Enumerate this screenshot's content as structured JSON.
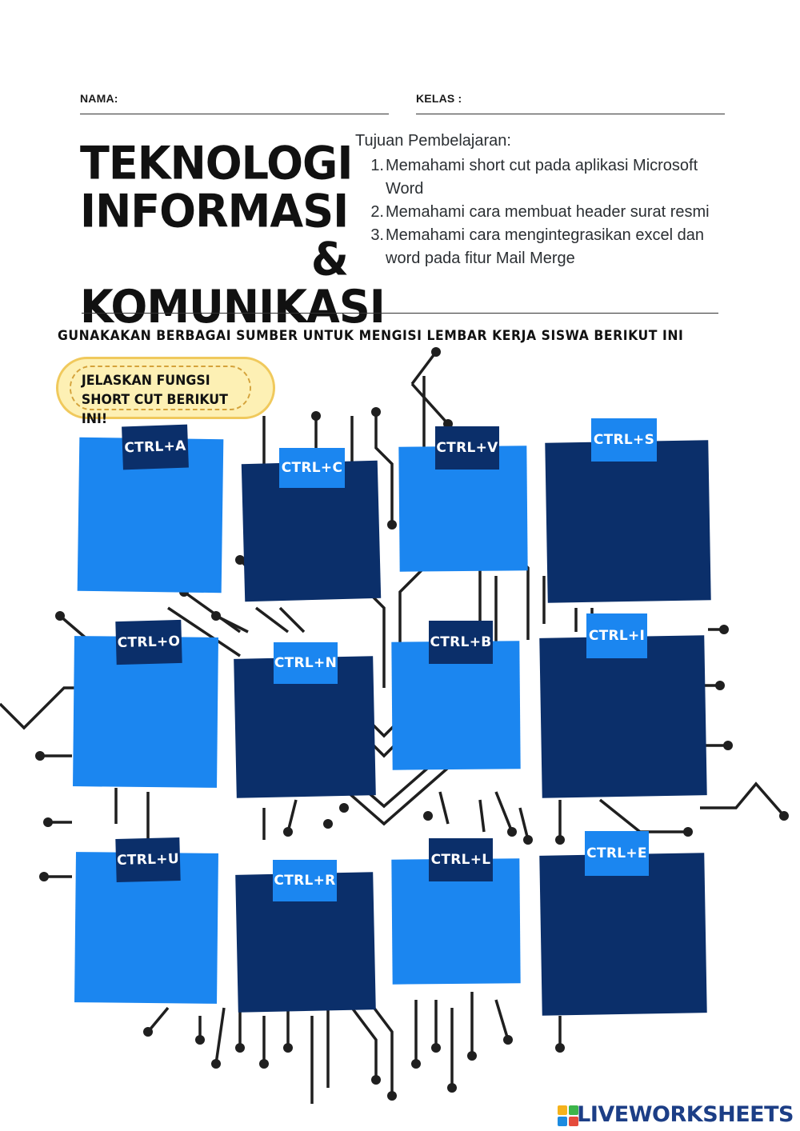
{
  "header": {
    "nama_label": "NAMA:",
    "kelas_label": "KELAS :"
  },
  "title": "TEKNOLOGI INFORMASI & KOMUNIKASI",
  "objectives": {
    "heading": "Tujuan Pembelajaran:",
    "items": [
      {
        "num": "1.",
        "text": "Memahami short cut pada aplikasi Microsoft Word"
      },
      {
        "num": "2.",
        "text": "Memahami cara membuat header surat resmi"
      },
      {
        "num": "3.",
        "text": "Memahami cara mengintegrasikan excel dan word pada fitur Mail Merge"
      }
    ]
  },
  "instruction": "GUNAKAKAN BERBAGAI SUMBER UNTUK MENGISI LEMBAR KERJA SISWA BERIKUT INI",
  "callout": "JELASKAN FUNGSI\nSHORT CUT BERIKUT INI!",
  "shortcuts": [
    "CTRL+A",
    "CTRL+C",
    "CTRL+V",
    "CTRL+S",
    "CTRL+O",
    "CTRL+N",
    "CTRL+B",
    "CTRL+I",
    "CTRL+U",
    "CTRL+R",
    "CTRL+L",
    "CTRL+E"
  ],
  "colors": {
    "light_card": "#1b86f0",
    "dark_card": "#0b2f6a",
    "circuit": "#1f1f1f",
    "callout_fill": "#fdf0b4",
    "callout_border": "#f0c95c",
    "brand": "#1c3e86"
  },
  "brand": "LIVEWORKSHEETS",
  "icons": {
    "brand_logo": "liveworksheets-logo-icon"
  }
}
